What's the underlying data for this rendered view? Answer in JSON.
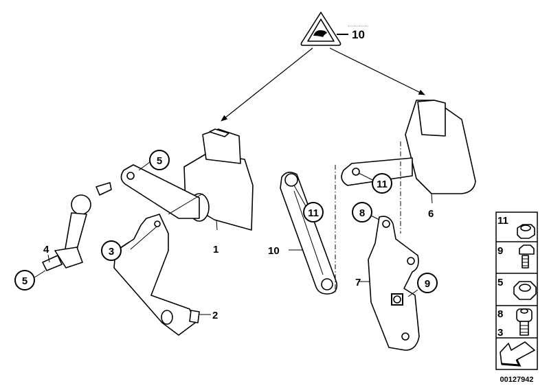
{
  "diagram": {
    "title_symbol": "warning-triangle-icon",
    "top_reference": {
      "label": "10"
    },
    "callouts": [
      {
        "id": "c5a",
        "label": "5",
        "circled": true
      },
      {
        "id": "c5b",
        "label": "5",
        "circled": true
      },
      {
        "id": "c3",
        "label": "3",
        "circled": true
      },
      {
        "id": "c11a",
        "label": "11",
        "circled": true
      },
      {
        "id": "c11b",
        "label": "11",
        "circled": true
      },
      {
        "id": "c8",
        "label": "8",
        "circled": true
      },
      {
        "id": "c9",
        "label": "9",
        "circled": true
      }
    ],
    "plain_labels": {
      "l1": "1",
      "l2": "2",
      "l4": "4",
      "l6": "6",
      "l7": "7",
      "l10": "10"
    },
    "hardware_legend": [
      {
        "labels": [
          "11"
        ],
        "icon": "lock-nut-icon"
      },
      {
        "labels": [
          "9"
        ],
        "icon": "flange-bolt-icon"
      },
      {
        "labels": [
          "5"
        ],
        "icon": "hex-nut-icon"
      },
      {
        "labels": [
          "8",
          "3"
        ],
        "icon": "socket-cap-screw-icon"
      },
      {
        "labels": [],
        "icon": "arrow-left-icon"
      }
    ],
    "drawing_number": "00127942"
  }
}
